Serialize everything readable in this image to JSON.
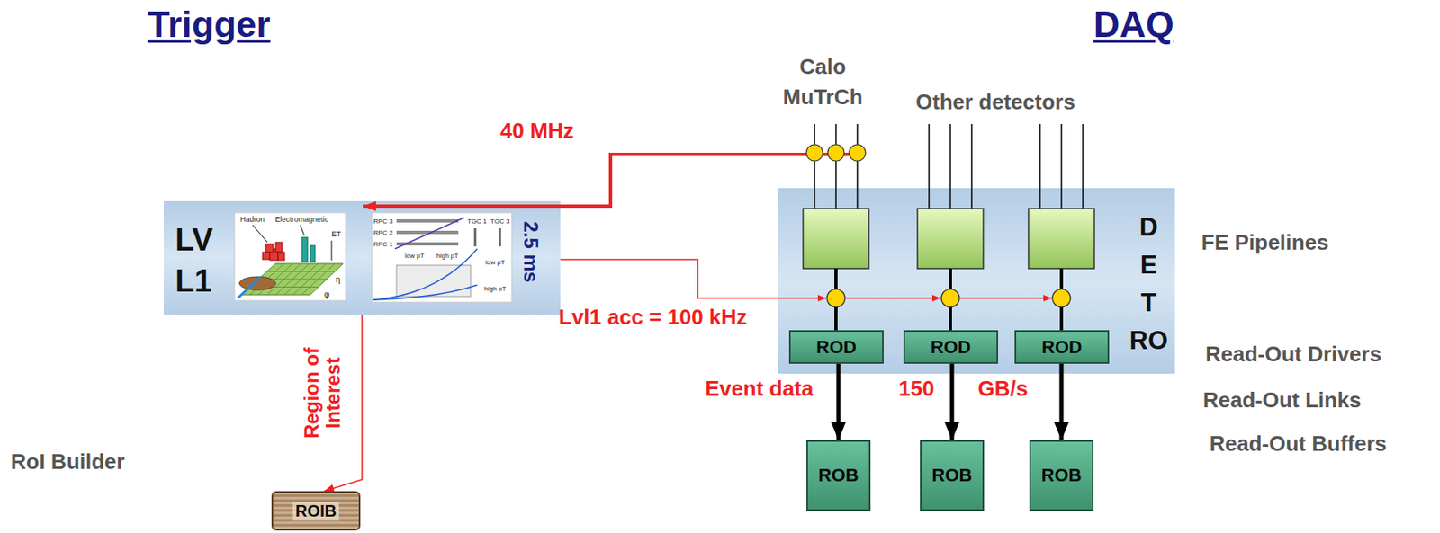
{
  "diagram": {
    "nodes": [
      {
        "text": [
          "LV L1",
          "2.5 ms"
        ]
      },
      {
        "text": [
          "D E T RO"
        ]
      },
      {
        "text": [
          "ROD"
        ],
        "in": 1
      },
      {
        "text": [
          "ROD"
        ],
        "in": 1
      },
      {
        "text": [
          "ROD"
        ],
        "in": 1
      },
      {
        "text": [
          "ROB"
        ]
      },
      {
        "text": [
          "ROB"
        ]
      },
      {
        "text": [
          "ROB"
        ]
      },
      {
        "text": [
          "ROIB"
        ]
      }
    ],
    "edges": [
      {
        "from": 2,
        "to": 5,
        "arrow": "to"
      },
      {
        "from": 3,
        "to": 6,
        "arrow": "to"
      },
      {
        "from": 4,
        "to": 7,
        "arrow": "to"
      },
      {
        "from": 0,
        "to": 8,
        "label": "Region of Interest",
        "arrow": "to"
      }
    ],
    "labels": [
      "Trigger",
      "DAQ",
      "40 MHz",
      "Calo MuTrCh",
      "Other detectors",
      "FE Pipelines",
      "Lvl1 acc = 100 kHz",
      "Read-Out Drivers",
      "Event data",
      "150 GB/s",
      "Read-Out Links",
      "Read-Out Buffers",
      "RoI Builder",
      "Hadron",
      "Electromagnetic",
      "ET",
      "η",
      "φ",
      "RPC 3",
      "RPC 2",
      "RPC 1",
      "low pT",
      "high pT",
      "TGC 1",
      "TGC 3",
      "low pT",
      "high pT"
    ]
  }
}
